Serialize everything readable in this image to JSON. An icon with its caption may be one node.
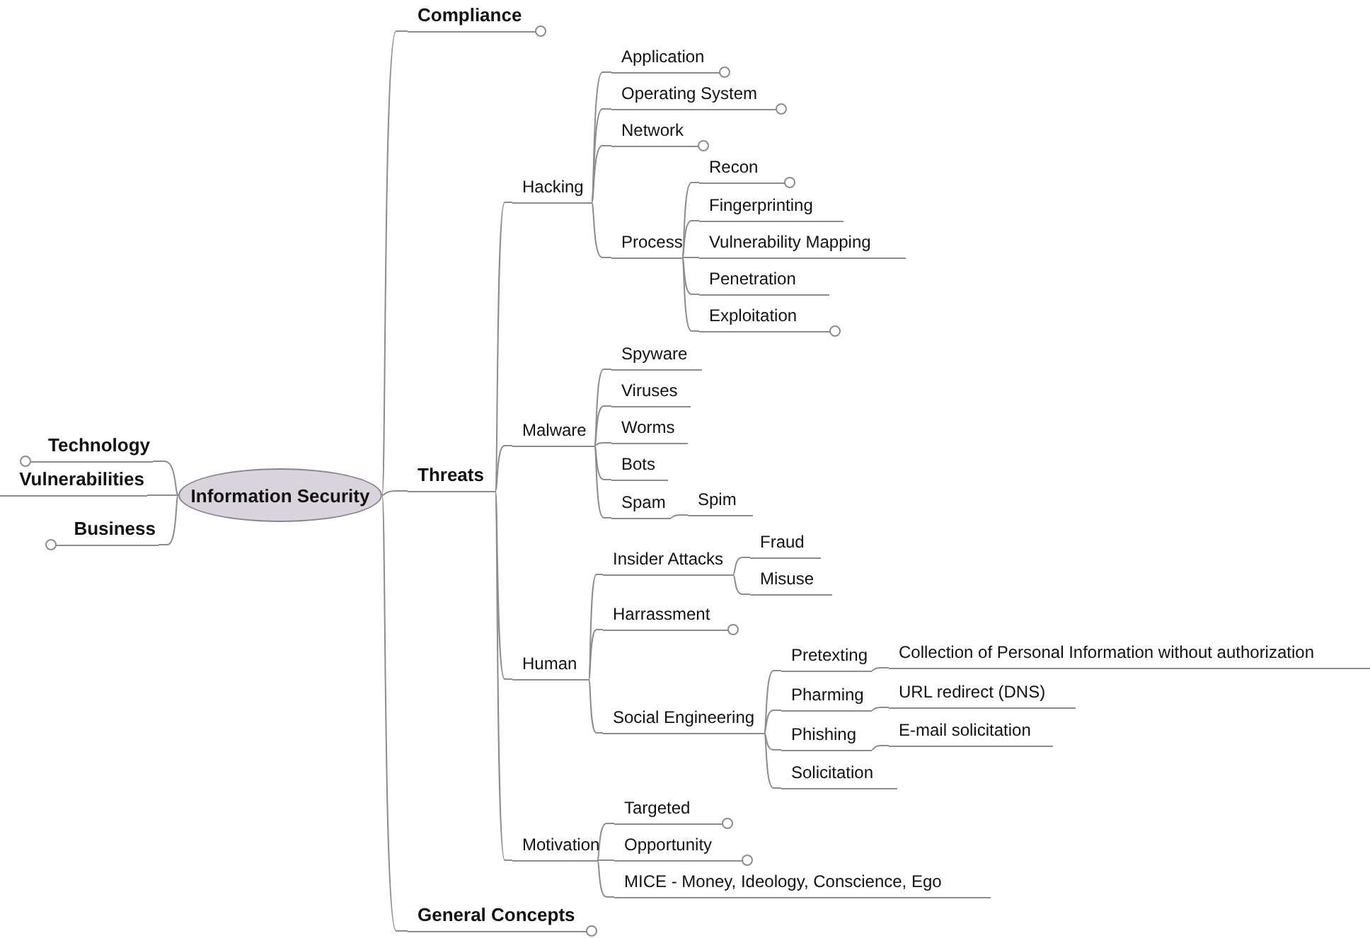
{
  "diagram": {
    "nodes": [
      {
        "text": [
          "Information Security"
        ]
      },
      {
        "text": [
          "Compliance"
        ]
      },
      {
        "text": [
          "Threats"
        ]
      },
      {
        "text": [
          "Hacking"
        ]
      },
      {
        "text": [
          "Application"
        ]
      },
      {
        "text": [
          "Operating System"
        ]
      },
      {
        "text": [
          "Network"
        ]
      },
      {
        "text": [
          "Process"
        ]
      },
      {
        "text": [
          "Recon"
        ]
      },
      {
        "text": [
          "Fingerprinting"
        ]
      },
      {
        "text": [
          "Vulnerability Mapping"
        ]
      },
      {
        "text": [
          "Penetration"
        ]
      },
      {
        "text": [
          "Exploitation"
        ]
      },
      {
        "text": [
          "Malware"
        ]
      },
      {
        "text": [
          "Spyware"
        ]
      },
      {
        "text": [
          "Viruses"
        ]
      },
      {
        "text": [
          "Worms"
        ]
      },
      {
        "text": [
          "Bots"
        ]
      },
      {
        "text": [
          "Spam"
        ]
      },
      {
        "text": [
          "Spim"
        ]
      },
      {
        "text": [
          "Human"
        ]
      },
      {
        "text": [
          "Insider Attacks"
        ]
      },
      {
        "text": [
          "Fraud"
        ]
      },
      {
        "text": [
          "Misuse"
        ]
      },
      {
        "text": [
          "Harrassment"
        ]
      },
      {
        "text": [
          "Social Engineering"
        ]
      },
      {
        "text": [
          "Pretexting"
        ]
      },
      {
        "text": [
          "Collection of Personal Information without authorization"
        ]
      },
      {
        "text": [
          "Pharming"
        ]
      },
      {
        "text": [
          "URL redirect (DNS)"
        ]
      },
      {
        "text": [
          "Phishing"
        ]
      },
      {
        "text": [
          "E-mail solicitation"
        ]
      },
      {
        "text": [
          "Solicitation"
        ]
      },
      {
        "text": [
          "Motivation"
        ]
      },
      {
        "text": [
          "Targeted"
        ]
      },
      {
        "text": [
          "Opportunity"
        ]
      },
      {
        "text": [
          "MICE - Money, Ideology, Conscience, Ego"
        ]
      },
      {
        "text": [
          "General Concepts"
        ]
      },
      {
        "text": [
          "Technology"
        ]
      },
      {
        "text": [
          "Vulnerabilities"
        ]
      },
      {
        "text": [
          "Business"
        ]
      }
    ],
    "edges": [
      {
        "from": 0,
        "to": 1,
        "arrow": "none"
      },
      {
        "from": 0,
        "to": 2,
        "arrow": "none"
      },
      {
        "from": 2,
        "to": 3,
        "arrow": "none"
      },
      {
        "from": 3,
        "to": 4,
        "arrow": "none"
      },
      {
        "from": 3,
        "to": 5,
        "arrow": "none"
      },
      {
        "from": 3,
        "to": 6,
        "arrow": "none"
      },
      {
        "from": 3,
        "to": 7,
        "arrow": "none"
      },
      {
        "from": 7,
        "to": 8,
        "arrow": "none"
      },
      {
        "from": 7,
        "to": 9,
        "arrow": "none"
      },
      {
        "from": 7,
        "to": 10,
        "arrow": "none"
      },
      {
        "from": 7,
        "to": 11,
        "arrow": "none"
      },
      {
        "from": 7,
        "to": 12,
        "arrow": "none"
      },
      {
        "from": 2,
        "to": 13,
        "arrow": "none"
      },
      {
        "from": 13,
        "to": 14,
        "arrow": "none"
      },
      {
        "from": 13,
        "to": 15,
        "arrow": "none"
      },
      {
        "from": 13,
        "to": 16,
        "arrow": "none"
      },
      {
        "from": 13,
        "to": 17,
        "arrow": "none"
      },
      {
        "from": 13,
        "to": 18,
        "arrow": "none"
      },
      {
        "from": 18,
        "to": 19,
        "arrow": "none"
      },
      {
        "from": 2,
        "to": 20,
        "arrow": "none"
      },
      {
        "from": 20,
        "to": 21,
        "arrow": "none"
      },
      {
        "from": 21,
        "to": 22,
        "arrow": "none"
      },
      {
        "from": 21,
        "to": 23,
        "arrow": "none"
      },
      {
        "from": 20,
        "to": 24,
        "arrow": "none"
      },
      {
        "from": 20,
        "to": 25,
        "arrow": "none"
      },
      {
        "from": 25,
        "to": 26,
        "arrow": "none"
      },
      {
        "from": 26,
        "to": 27,
        "arrow": "none"
      },
      {
        "from": 25,
        "to": 28,
        "arrow": "none"
      },
      {
        "from": 28,
        "to": 29,
        "arrow": "none"
      },
      {
        "from": 25,
        "to": 30,
        "arrow": "none"
      },
      {
        "from": 30,
        "to": 31,
        "arrow": "none"
      },
      {
        "from": 25,
        "to": 32,
        "arrow": "none"
      },
      {
        "from": 2,
        "to": 33,
        "arrow": "none"
      },
      {
        "from": 33,
        "to": 34,
        "arrow": "none"
      },
      {
        "from": 33,
        "to": 35,
        "arrow": "none"
      },
      {
        "from": 33,
        "to": 36,
        "arrow": "none"
      },
      {
        "from": 0,
        "to": 37,
        "arrow": "none"
      },
      {
        "from": 0,
        "to": 38,
        "arrow": "none"
      },
      {
        "from": 0,
        "to": 39,
        "arrow": "none"
      },
      {
        "from": 0,
        "to": 40,
        "arrow": "none"
      }
    ]
  }
}
